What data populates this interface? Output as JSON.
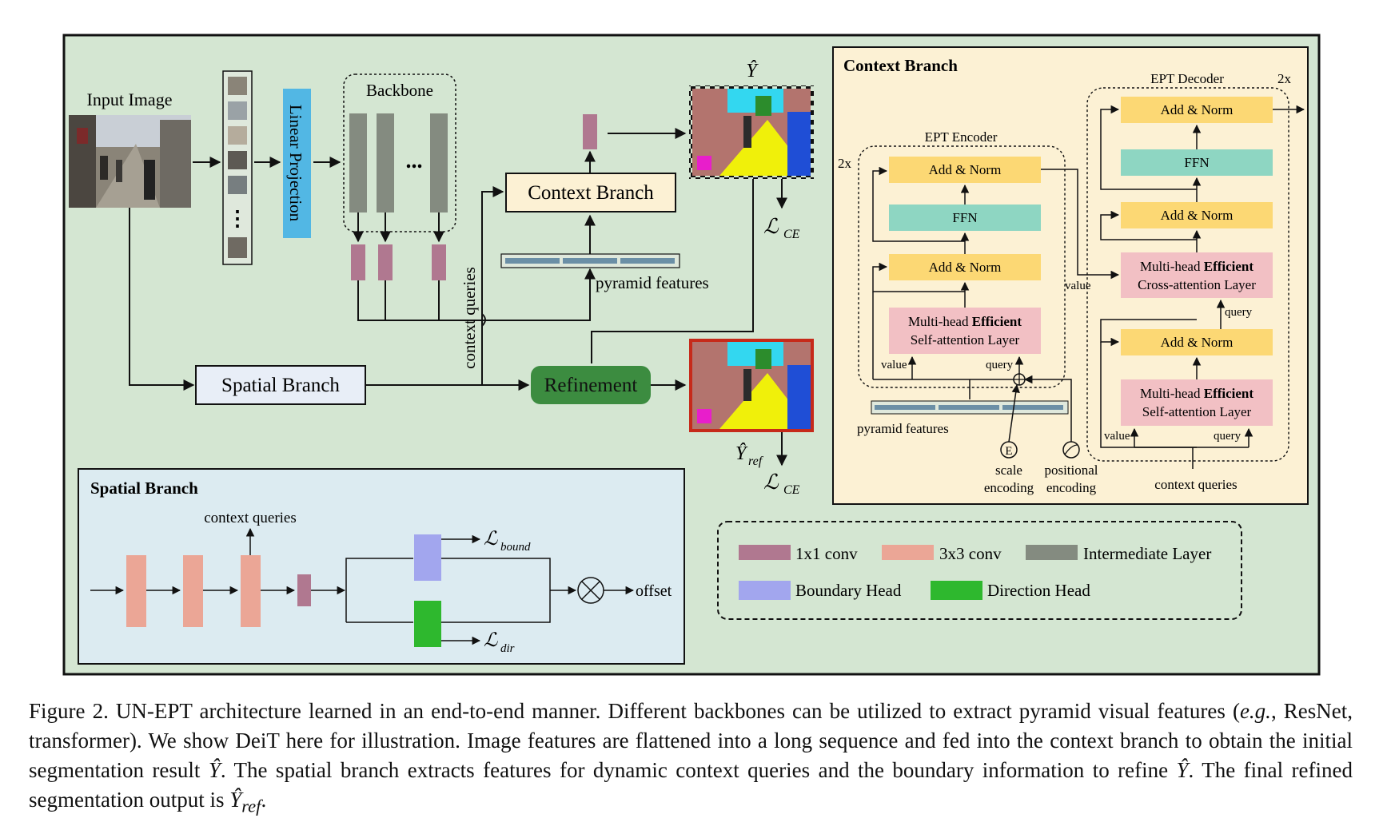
{
  "figure": {
    "main": {
      "input_image_label": "Input Image",
      "linear_projection_label": "Linear Projection",
      "backbone_label": "Backbone",
      "backbone_ellipsis": "...",
      "patch_ellipsis": "⋮",
      "context_branch_label": "Context Branch",
      "pyramid_features_label": "pyramid features",
      "context_queries_label": "context queries",
      "spatial_branch_label": "Spatial Branch",
      "refinement_label": "Refinement",
      "y_hat": "Ŷ",
      "y_hat_ref_base": "Ŷ",
      "y_hat_ref_sub": "ref",
      "loss_symbol": "ℒ",
      "loss_ce_sub": "CE"
    },
    "context_panel": {
      "title": "Context Branch",
      "encoder_title": "EPT Encoder",
      "decoder_title": "EPT Decoder",
      "encoder_repeat": "2x",
      "decoder_repeat": "2x",
      "add_norm": "Add & Norm",
      "ffn": "FFN",
      "self_attn_line1_pre": "Multi-head ",
      "self_attn_line1_bold": "Efficient",
      "self_attn_line2": "Self-attention Layer",
      "cross_attn_line1_pre": "Multi-head ",
      "cross_attn_line1_bold": "Efficient",
      "cross_attn_line2": "Cross-attention Layer",
      "value": "value",
      "query": "query",
      "pyramid_features": "pyramid features",
      "scale_encoding_1": "scale",
      "scale_encoding_2": "encoding",
      "scale_symbol": "E",
      "positional_encoding_1": "positional",
      "positional_encoding_2": "encoding",
      "context_queries": "context queries"
    },
    "spatial_panel": {
      "title": "Spatial Branch",
      "context_queries": "context queries",
      "loss_symbol": "ℒ",
      "loss_bound_sub": "bound",
      "loss_dir_sub": "dir",
      "offset": "offset"
    },
    "legend": {
      "items": [
        {
          "label": "1x1 conv",
          "color": "#b07890"
        },
        {
          "label": "3x3 conv",
          "color": "#eba696"
        },
        {
          "label": "Intermediate Layer",
          "color": "#848b80"
        },
        {
          "label": "Boundary Head",
          "color": "#a2a6ee"
        },
        {
          "label": "Direction Head",
          "color": "#2eb82e"
        }
      ]
    },
    "colors": {
      "background": "#d4e6d2",
      "context_panel_bg": "#fcf1d4",
      "spatial_panel_bg": "#dcebf1",
      "add_norm": "#fcd874",
      "ffn": "#8ed6c2",
      "attention": "#f2c0c4",
      "linear_projection": "#52b7e4",
      "refinement": "#3c8c40",
      "spatial_branch_box": "#e8eef7"
    }
  },
  "caption": {
    "prefix": "Figure 2. UN-EPT architecture learned in an end-to-end manner.  Different backbones can be utilized to extract pyramid visual features (",
    "eg": "e.g.",
    "p2": ", ResNet, transformer).  We show DeiT here for illustration.  Image features are flattened into a long sequence and fed into the context branch to obtain the initial segmentation result ",
    "y1": "Ŷ",
    "p3": ".  The spatial branch extracts features for dynamic context queries and the boundary information to refine ",
    "y2": "Ŷ",
    "p4": ". The final refined segmentation output is ",
    "y3": "Ŷ",
    "y3_sub": "ref",
    "p5": "."
  }
}
